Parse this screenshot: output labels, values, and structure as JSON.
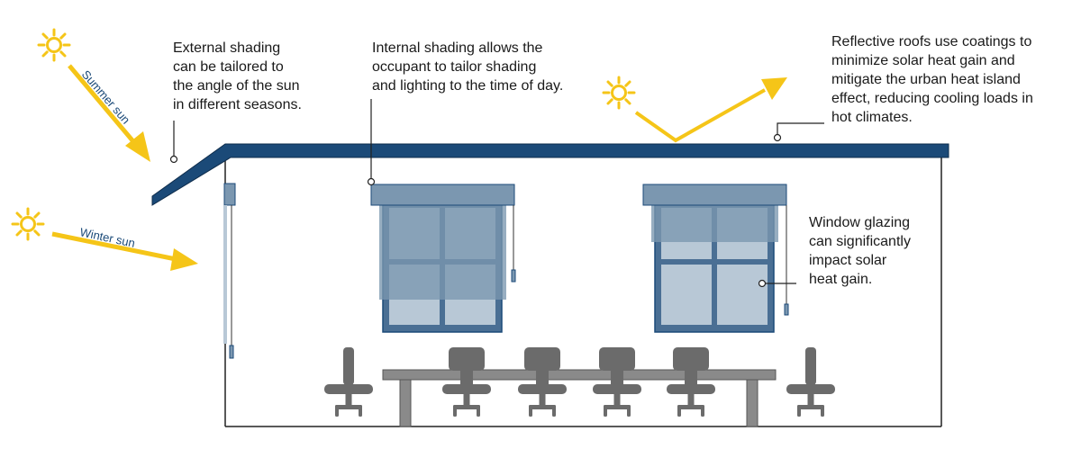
{
  "callouts": {
    "external_shading": [
      "External shading",
      "can be tailored to",
      "the angle of the sun",
      "in different seasons."
    ],
    "internal_shading": [
      "Internal shading allows the",
      "occupant to tailor shading",
      "and lighting to the time of day."
    ],
    "reflective_roofs": [
      "Reflective roofs use coatings to",
      "minimize solar heat gain and",
      "mitigate the urban heat island",
      "effect, reducing cooling loads in",
      "hot climates."
    ],
    "window_glazing": [
      "Window glazing",
      "can significantly",
      "impact solar",
      "heat gain."
    ]
  },
  "sun_labels": {
    "summer": "Summer sun",
    "winter": "Winter sun"
  },
  "colors": {
    "roof": "#1b4a78",
    "sun": "#f5c518",
    "window_frame": "#4a6f94",
    "glass": "#b8c8d6",
    "shade": "#7b97b0",
    "furniture": "#6b6b6b",
    "table": "#8a8a8a"
  },
  "icons": [
    "sun-icon",
    "arrow-icon",
    "chair-icon",
    "table-icon",
    "window-icon",
    "blind-icon"
  ]
}
